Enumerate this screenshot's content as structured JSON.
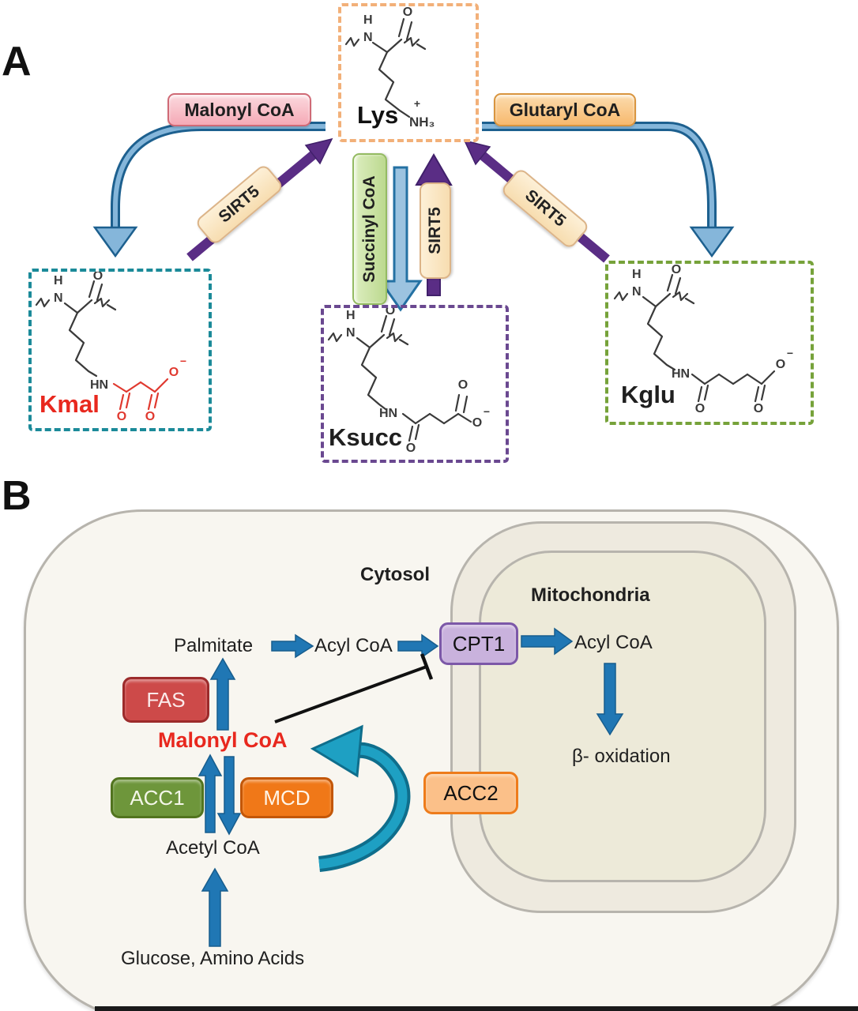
{
  "panel_a": {
    "label": "A",
    "malonyl_coa": "Malonyl CoA",
    "glutaryl_coa": "Glutaryl CoA",
    "succinyl_coa": "Succinyl CoA",
    "sirt5": "SIRT5",
    "lys": "Lys",
    "kmal": "Kmal",
    "ksucc": "Ksucc",
    "kglu": "Kglu"
  },
  "atoms": {
    "o": "O",
    "h": "H",
    "n": "N",
    "hn": "HN",
    "nh3": "NH₃",
    "plus": "+",
    "minus": "−"
  },
  "panel_b": {
    "label": "B",
    "cytosol": "Cytosol",
    "mitochondria": "Mitochondria",
    "palmitate": "Palmitate",
    "acyl_coa_cytosol": "Acyl CoA",
    "cpt1": "CPT1",
    "acyl_coa_mito": "Acyl CoA",
    "beta_oxidation": "β- oxidation",
    "fas": "FAS",
    "malonyl_coa": "Malonyl CoA",
    "acc1": "ACC1",
    "mcd": "MCD",
    "acc2": "ACC2",
    "acetyl_coa": "Acetyl CoA",
    "glucose_amino_acids": "Glucose, Amino Acids"
  },
  "colors": {
    "malonyl_pill": "#f8c3cb",
    "glutaryl_pill": "#f9c98c",
    "succinyl_pill": "#cde6a8",
    "sirt5_pill": "#fbe6c3",
    "lys_border": "#f2b079",
    "kmal_border": "#1b8a99",
    "ksucc_border": "#6a4890",
    "kglu_border": "#76a23a",
    "arrow_blue": "#2077b4",
    "arrow_purple": "#5a2d85",
    "teal_arrow": "#1ea0c3",
    "red_text": "#e8281e",
    "fas_box": "#cd4a49",
    "acc1_box": "#6e963b",
    "mcd_box": "#f07818",
    "acc2_box": "#fbc089",
    "cpt1_box": "#c9b2dd",
    "cell_fill": "#f8f6f0",
    "mito_fill": "#edead9"
  }
}
